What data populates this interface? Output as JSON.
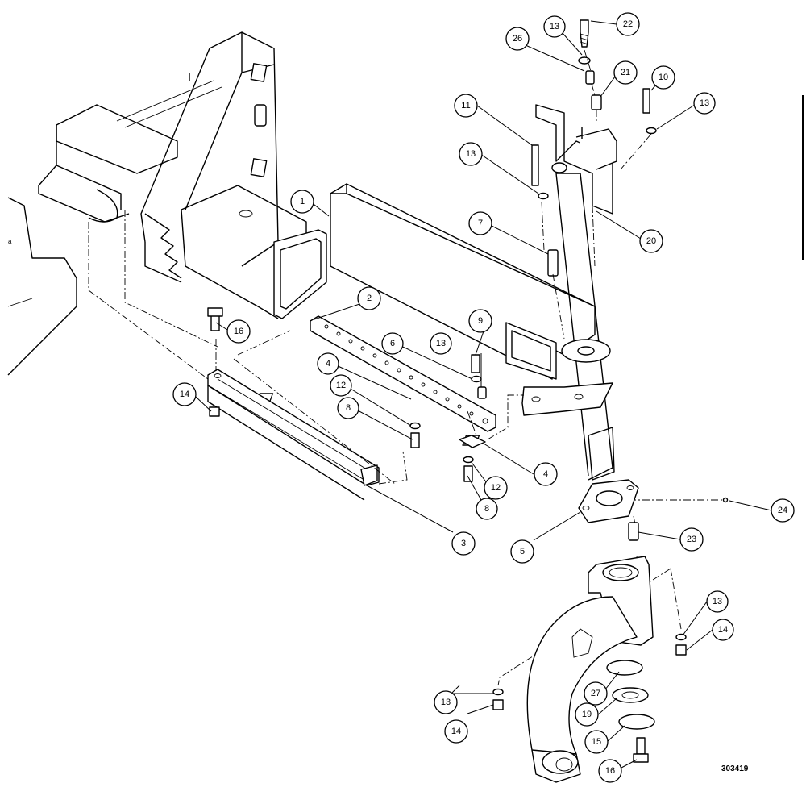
{
  "drawing_number": "303419",
  "callouts": [
    {
      "id": "c22",
      "label": "22"
    },
    {
      "id": "c13a",
      "label": "13"
    },
    {
      "id": "c26",
      "label": "26"
    },
    {
      "id": "c21",
      "label": "21"
    },
    {
      "id": "c10",
      "label": "10"
    },
    {
      "id": "c13b",
      "label": "13"
    },
    {
      "id": "c11",
      "label": "11"
    },
    {
      "id": "c13c",
      "label": "13"
    },
    {
      "id": "c20",
      "label": "20"
    },
    {
      "id": "c1",
      "label": "1"
    },
    {
      "id": "c7",
      "label": "7"
    },
    {
      "id": "c2",
      "label": "2"
    },
    {
      "id": "c9",
      "label": "9"
    },
    {
      "id": "c16a",
      "label": "16"
    },
    {
      "id": "c6",
      "label": "6"
    },
    {
      "id": "c13d",
      "label": "13"
    },
    {
      "id": "c4a",
      "label": "4"
    },
    {
      "id": "c12a",
      "label": "12"
    },
    {
      "id": "c14a",
      "label": "14"
    },
    {
      "id": "c8a",
      "label": "8"
    },
    {
      "id": "c4b",
      "label": "4"
    },
    {
      "id": "c12b",
      "label": "12"
    },
    {
      "id": "c8b",
      "label": "8"
    },
    {
      "id": "c24",
      "label": "24"
    },
    {
      "id": "c3",
      "label": "3"
    },
    {
      "id": "c5",
      "label": "5"
    },
    {
      "id": "c23",
      "label": "23"
    },
    {
      "id": "c13e",
      "label": "13"
    },
    {
      "id": "c14b",
      "label": "14"
    },
    {
      "id": "c27",
      "label": "27"
    },
    {
      "id": "c13f",
      "label": "13"
    },
    {
      "id": "c19",
      "label": "19"
    },
    {
      "id": "c14c",
      "label": "14"
    },
    {
      "id": "c15",
      "label": "15"
    },
    {
      "id": "c16b",
      "label": "16"
    }
  ]
}
